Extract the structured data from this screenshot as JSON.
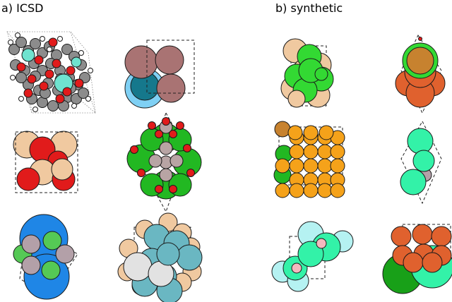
{
  "panels": {
    "a": {
      "label": "a) ICSD"
    },
    "b": {
      "label": "b) synthetic"
    }
  },
  "colors": {
    "grey": "#8c8c8c",
    "red": "#e11b1b",
    "white": "#ffffff",
    "aqua": "#6fe3cf",
    "mauve": "#a97373",
    "light_blue": "#7fd0f4",
    "teal": "#15788c",
    "peach": "#f0c9a0",
    "green": "#22b822",
    "rose": "#b8a4a4",
    "blue": "#1f86e6",
    "leaf": "#55c955",
    "lilac": "#b3a0a8",
    "light_grey": "#e2e2e2",
    "steel": "#6ab7c2",
    "lime": "#33d933",
    "brown_orange": "#c7822f",
    "orange": "#f5a21a",
    "mint": "#33f2a8",
    "pink": "#f4b8be",
    "pale_cyan": "#b5f2f2",
    "dark_green": "#18a018",
    "burnt_orange": "#e0612e"
  },
  "structures": [
    {
      "name": "icsd-structure-1",
      "panel": "a"
    },
    {
      "name": "icsd-structure-2",
      "panel": "a"
    },
    {
      "name": "icsd-structure-3",
      "panel": "a"
    },
    {
      "name": "icsd-structure-4",
      "panel": "a"
    },
    {
      "name": "icsd-structure-5",
      "panel": "a"
    },
    {
      "name": "icsd-structure-6",
      "panel": "a"
    },
    {
      "name": "synthetic-structure-1",
      "panel": "b"
    },
    {
      "name": "synthetic-structure-2",
      "panel": "b"
    },
    {
      "name": "synthetic-structure-3",
      "panel": "b"
    },
    {
      "name": "synthetic-structure-4",
      "panel": "b"
    },
    {
      "name": "synthetic-structure-5",
      "panel": "b"
    },
    {
      "name": "synthetic-structure-6",
      "panel": "b"
    }
  ]
}
